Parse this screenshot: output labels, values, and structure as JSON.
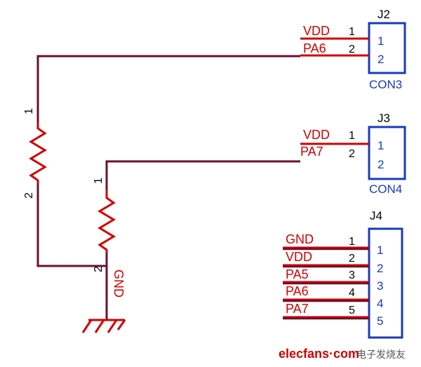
{
  "connectors": [
    {
      "ref": "J2",
      "value": "CON3",
      "pins": [
        {
          "num": "1",
          "net": "VDD"
        },
        {
          "num": "2",
          "net": "PA6"
        }
      ]
    },
    {
      "ref": "J3",
      "value": "CON4",
      "pins": [
        {
          "num": "1",
          "net": "VDD"
        },
        {
          "num": "2",
          "net": "PA7"
        }
      ]
    },
    {
      "ref": "J4",
      "value": "",
      "pins": [
        {
          "num": "1",
          "net": "GND"
        },
        {
          "num": "2",
          "net": "VDD"
        },
        {
          "num": "3",
          "net": "PA5"
        },
        {
          "num": "4",
          "net": "PA6"
        },
        {
          "num": "5",
          "net": "PA7"
        }
      ]
    }
  ],
  "resistors": [
    {
      "pin1": "1",
      "pin2": "2"
    },
    {
      "pin1": "1",
      "pin2": "2"
    }
  ],
  "ground": {
    "label": "GND"
  },
  "watermark": {
    "brand": "elecfans·com",
    "tail": "电子发烧友"
  }
}
